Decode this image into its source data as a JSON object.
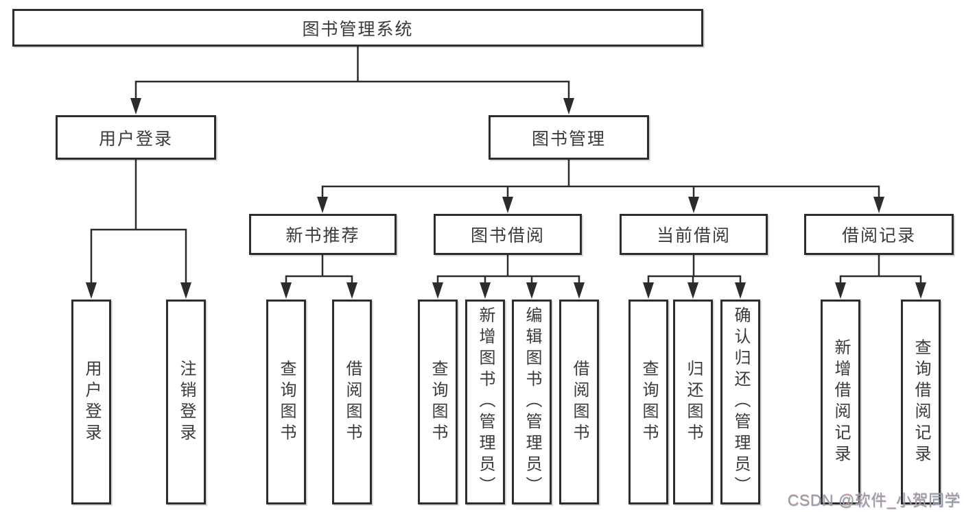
{
  "page": {
    "background": "#ffffff"
  },
  "diagram": {
    "type": "hierarchy-tree",
    "colors": {
      "line": "#2c2c2c",
      "text": "#3a3a3a",
      "box_background": "#ffffff"
    },
    "root": {
      "label": "图书管理系统",
      "children": [
        {
          "label": "用户登录",
          "children": [
            {
              "label": "用户登录"
            },
            {
              "label": "注销登录"
            }
          ]
        },
        {
          "label": "图书管理",
          "children": [
            {
              "label": "新书推荐",
              "children": [
                {
                  "label": "查询图书"
                },
                {
                  "label": "借阅图书"
                }
              ]
            },
            {
              "label": "图书借阅",
              "children": [
                {
                  "label": "查询图书"
                },
                {
                  "label": "新增图书（管理员）"
                },
                {
                  "label": "编辑图书（管理员）"
                },
                {
                  "label": "借阅图书"
                }
              ]
            },
            {
              "label": "当前借阅",
              "children": [
                {
                  "label": "查询图书"
                },
                {
                  "label": "归还图书"
                },
                {
                  "label": "确认归还（管理员）"
                }
              ]
            },
            {
              "label": "借阅记录",
              "children": [
                {
                  "label": "新增借阅记录"
                },
                {
                  "label": "查询借阅记录"
                }
              ]
            }
          ]
        }
      ]
    }
  },
  "watermark": {
    "text": "CSDN @软件_小贺同学",
    "color": "#9a9a9e"
  }
}
